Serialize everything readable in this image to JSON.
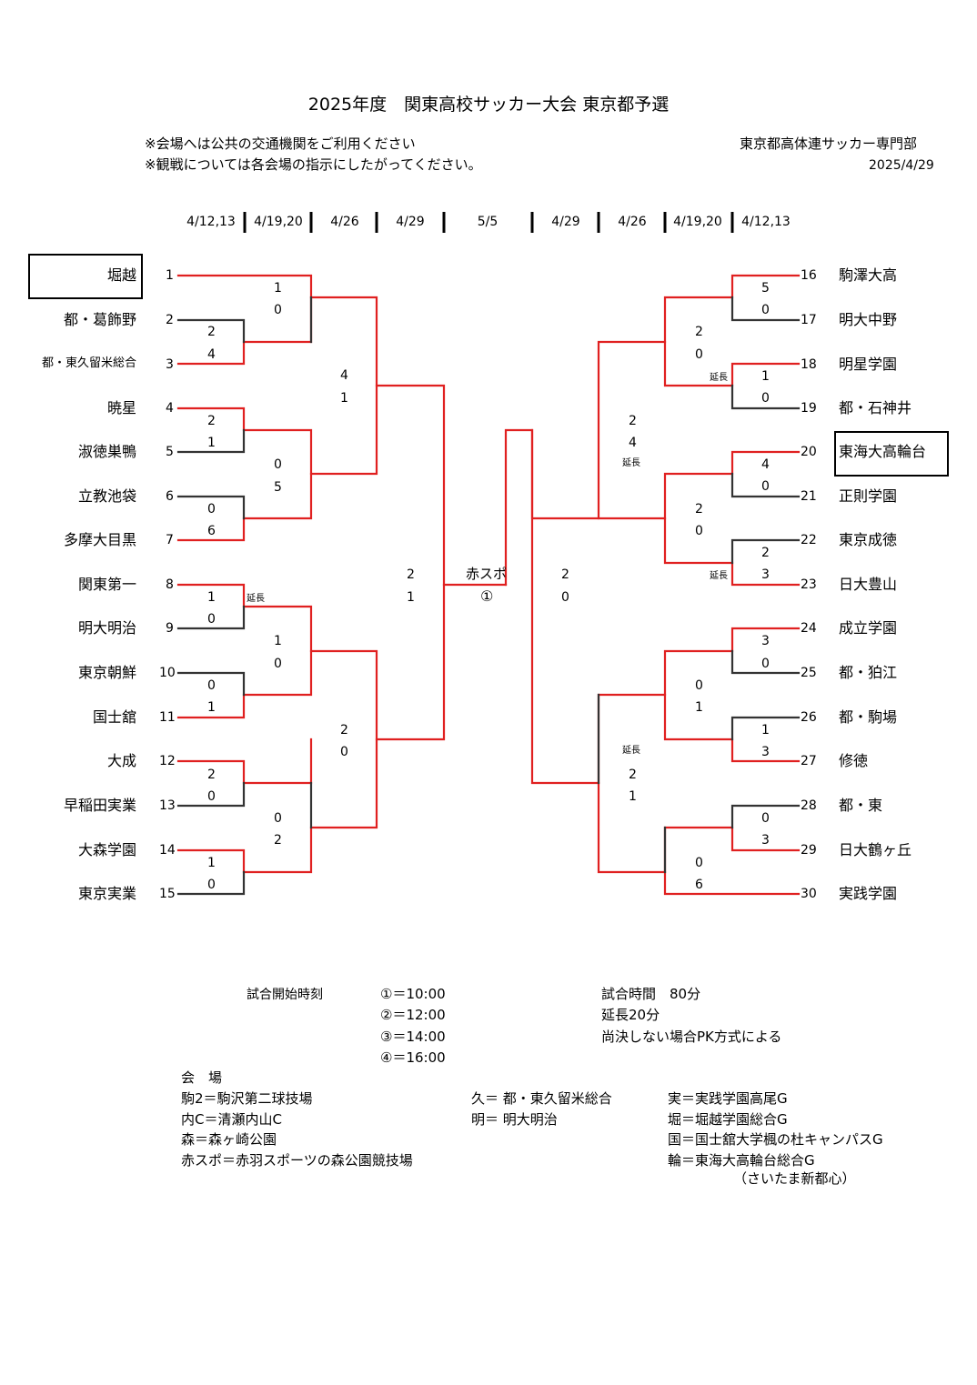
{
  "title": "2025年度　関東高校サッカー大会 東京都予選",
  "notes": [
    "※会場へは公共の交通機関をご利用ください",
    "※観戦については各会場の指示にしたがってください。"
  ],
  "organizer": "東京都高体連サッカー専門部",
  "issue_date": "2025/4/29",
  "round_dates": [
    "4/12,13",
    "4/19,20",
    "4/26",
    "4/29",
    "5/5",
    "4/29",
    "4/26",
    "4/19,20",
    "4/12,13"
  ],
  "bracket": {
    "left_teams": [
      {
        "no": "1",
        "name": "堀越"
      },
      {
        "no": "2",
        "name": "都・葛飾野"
      },
      {
        "no": "3",
        "name": "都・東久留米総合"
      },
      {
        "no": "4",
        "name": "暁星"
      },
      {
        "no": "5",
        "name": "淑徳巣鴨"
      },
      {
        "no": "6",
        "name": "立教池袋"
      },
      {
        "no": "7",
        "name": "多摩大目黒"
      },
      {
        "no": "8",
        "name": "関東第一"
      },
      {
        "no": "9",
        "name": "明大明治"
      },
      {
        "no": "10",
        "name": "東京朝鮮"
      },
      {
        "no": "11",
        "name": "国士舘"
      },
      {
        "no": "12",
        "name": "大成"
      },
      {
        "no": "13",
        "name": "早稲田実業"
      },
      {
        "no": "14",
        "name": "大森学園"
      },
      {
        "no": "15",
        "name": "東京実業"
      }
    ],
    "right_teams": [
      {
        "no": "16",
        "name": "駒澤大高"
      },
      {
        "no": "17",
        "name": "明大中野"
      },
      {
        "no": "18",
        "name": "明星学園"
      },
      {
        "no": "19",
        "name": "都・石神井"
      },
      {
        "no": "20",
        "name": "東海大高輪台"
      },
      {
        "no": "21",
        "name": "正則学園"
      },
      {
        "no": "22",
        "name": "東京成徳"
      },
      {
        "no": "23",
        "name": "日大豊山"
      },
      {
        "no": "24",
        "name": "成立学園"
      },
      {
        "no": "25",
        "name": "都・狛江"
      },
      {
        "no": "26",
        "name": "都・駒場"
      },
      {
        "no": "27",
        "name": "修徳"
      },
      {
        "no": "28",
        "name": "都・東"
      },
      {
        "no": "29",
        "name": "日大鶴ヶ丘"
      },
      {
        "no": "30",
        "name": "実践学園"
      }
    ],
    "extra_time_label": "延長",
    "final_venue": "赤スポ",
    "final_time_mark": "①",
    "left_scores": [
      [
        "1",
        "0"
      ],
      [
        "2",
        "4"
      ],
      [
        "2",
        "1"
      ],
      [
        "0",
        "6"
      ],
      [
        "1",
        "0"
      ],
      [
        "0",
        "1"
      ],
      [
        "2",
        "0"
      ],
      [
        "1",
        "0"
      ],
      [
        "0",
        "5"
      ],
      [
        "1",
        "0"
      ],
      [
        "0",
        "2"
      ],
      [
        "4",
        "1"
      ],
      [
        "2",
        "0"
      ],
      [
        "2",
        "1"
      ]
    ],
    "right_scores": [
      [
        "5",
        "0"
      ],
      [
        "1",
        "0"
      ],
      [
        "4",
        "0"
      ],
      [
        "2",
        "3"
      ],
      [
        "3",
        "0"
      ],
      [
        "1",
        "3"
      ],
      [
        "0",
        "3"
      ],
      [
        "2",
        "0"
      ],
      [
        "2",
        "0"
      ],
      [
        "0",
        "1"
      ],
      [
        "0",
        "6"
      ],
      [
        "2",
        "4"
      ],
      [
        "2",
        "1"
      ],
      [
        "2",
        "0"
      ]
    ]
  },
  "footer": {
    "start_label": "試合開始時刻",
    "times": [
      "①＝10:00",
      "②＝12:00",
      "③＝14:00",
      "④＝16:00"
    ],
    "rules": [
      "試合時間　80分",
      "延長20分",
      "尚決しない場合PK方式による"
    ],
    "venue_label": "会　場",
    "venues_col1": [
      "駒2＝駒沢第二球技場",
      "内C＝清瀬内山C",
      "森＝森ヶ崎公園",
      "赤スポ＝赤羽スポーツの森公園競技場"
    ],
    "venues_col2": [
      "久＝ 都・東久留米総合",
      "明＝ 明大明治"
    ],
    "venues_col3": [
      "実＝実践学園高尾G",
      "堀＝堀越学園総合G",
      "国＝国士舘大学楓の杜キャンパスG",
      "輪＝東海大高輪台総合G",
      "（さいたま新都心）"
    ]
  },
  "colors": {
    "advance": "#e02020",
    "line": "#333333"
  }
}
